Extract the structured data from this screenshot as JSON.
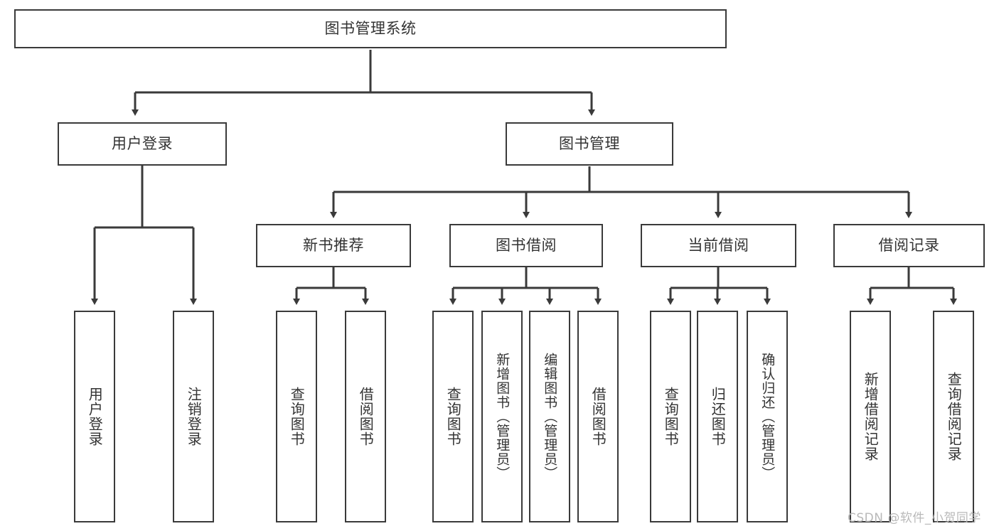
{
  "diagram": {
    "type": "tree-hierarchy",
    "title": "图书管理系统",
    "stroke_color": "#3a3a3a",
    "background_color": "#ffffff",
    "text_color": "#333333",
    "nodes": {
      "root": {
        "label": "图书管理系统",
        "level": 1
      },
      "user_login": {
        "label": "用户登录",
        "level": 2
      },
      "book_manage": {
        "label": "图书管理",
        "level": 2
      },
      "new_book_rec": {
        "label": "新书推荐",
        "level": 3
      },
      "book_borrow": {
        "label": "图书借阅",
        "level": 3
      },
      "current_borrow": {
        "label": "当前借阅",
        "level": 3
      },
      "borrow_record": {
        "label": "借阅记录",
        "level": 3
      },
      "leaf_user_login": {
        "label": "用户登录",
        "level": 4
      },
      "leaf_logout": {
        "label": "注销登录",
        "level": 4
      },
      "leaf_query_book_1": {
        "label": "查询图书",
        "level": 4
      },
      "leaf_borrow_book_1": {
        "label": "借阅图书",
        "level": 4
      },
      "leaf_query_book_2": {
        "label": "查询图书",
        "level": 4
      },
      "leaf_add_book": {
        "label": "新增图书（管理员）",
        "level": 4
      },
      "leaf_edit_book": {
        "label": "编辑图书（管理员）",
        "level": 4
      },
      "leaf_borrow_book_2": {
        "label": "借阅图书",
        "level": 4
      },
      "leaf_query_book_3": {
        "label": "查询图书",
        "level": 4
      },
      "leaf_return_book": {
        "label": "归还图书",
        "level": 4
      },
      "leaf_confirm_return": {
        "label": "确认归还（管理员）",
        "level": 4
      },
      "leaf_add_record": {
        "label": "新增借阅记录",
        "level": 4
      },
      "leaf_query_record": {
        "label": "查询借阅记录",
        "level": 4
      }
    }
  },
  "watermark": {
    "text": "CSDN @软件_小贺同学"
  }
}
